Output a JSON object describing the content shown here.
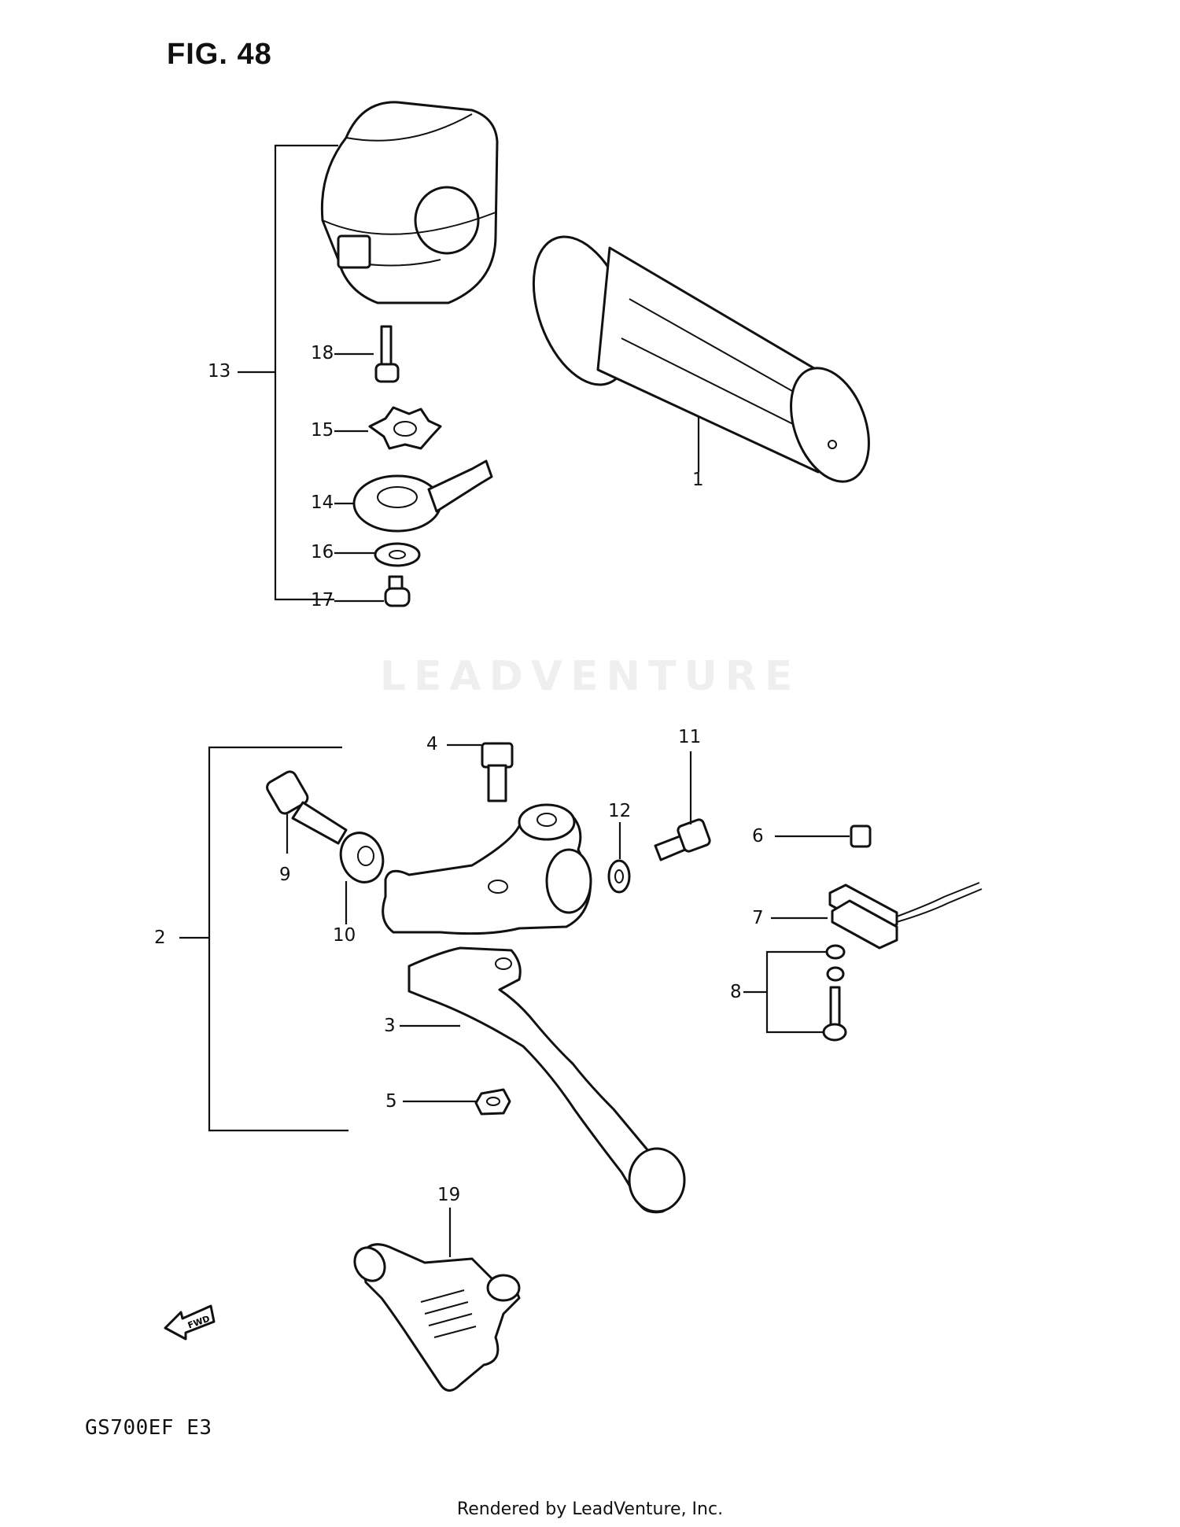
{
  "figure": {
    "title": "FIG. 48",
    "model": "GS700EF  E3",
    "footer": "Rendered by LeadVenture, Inc.",
    "watermark": "LEADVENTURE"
  },
  "callouts": {
    "p1": "1",
    "p2": "2",
    "p3": "3",
    "p4": "4",
    "p5": "5",
    "p6": "6",
    "p7": "7",
    "p8": "8",
    "p9": "9",
    "p10": "10",
    "p11": "11",
    "p12": "12",
    "p13": "13",
    "p14": "14",
    "p15": "15",
    "p16": "16",
    "p17": "17",
    "p18": "18",
    "p19": "19"
  },
  "icons": {
    "fwd_arrow": "fwd-arrow-icon",
    "fwd_text": "FWD"
  }
}
